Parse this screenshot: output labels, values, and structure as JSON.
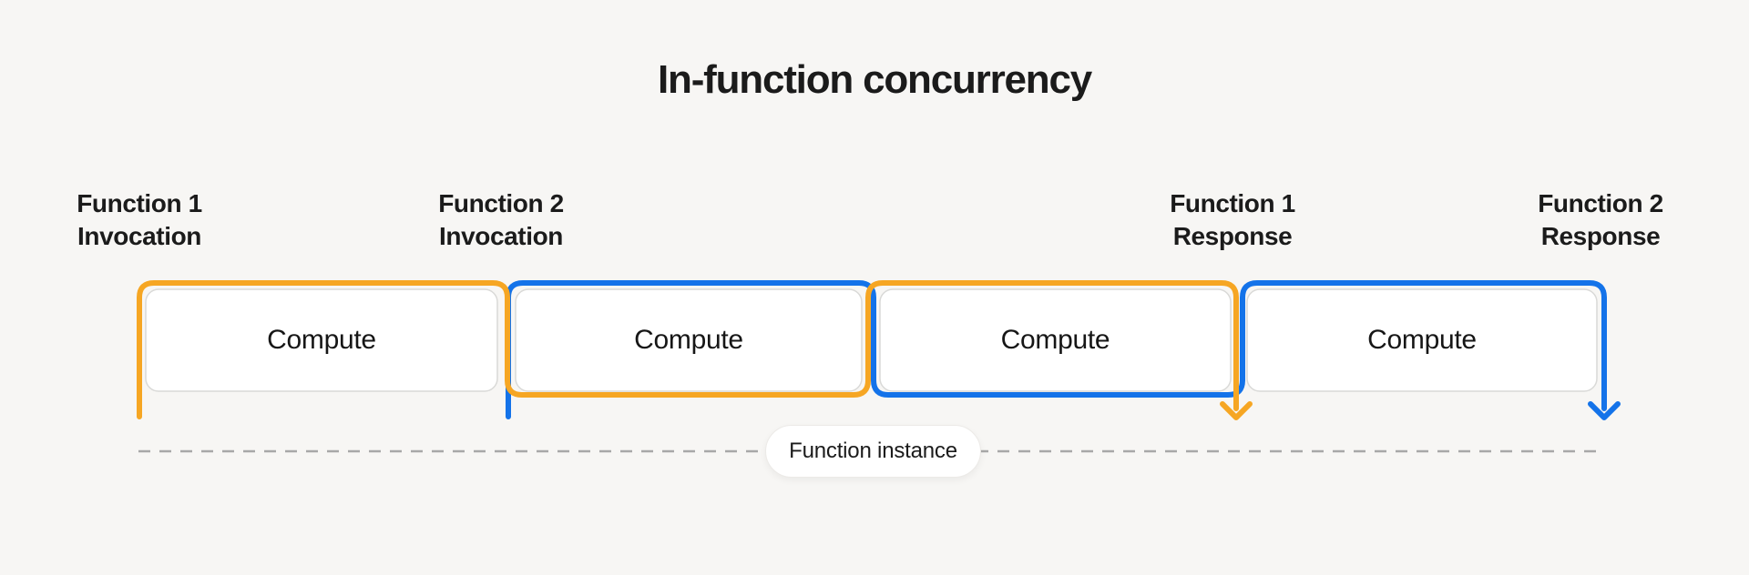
{
  "title": "In-function concurrency",
  "labels": [
    {
      "line1": "Function 1",
      "line2": "Invocation"
    },
    {
      "line1": "Function 2",
      "line2": "Invocation"
    },
    {
      "line1": "Function 1",
      "line2": "Response"
    },
    {
      "line1": "Function 2",
      "line2": "Response"
    }
  ],
  "boxes": [
    {
      "label": "Compute"
    },
    {
      "label": "Compute"
    },
    {
      "label": "Compute"
    },
    {
      "label": "Compute"
    }
  ],
  "instance_label": "Function instance",
  "colors": {
    "function1": "#F6A623",
    "function2": "#1473E9",
    "background": "#F7F6F4",
    "dashed_line": "#A8A8A8",
    "box_border": "#D9D9D7",
    "box_fill": "#FFFFFF",
    "text": "#1B1B1B"
  }
}
